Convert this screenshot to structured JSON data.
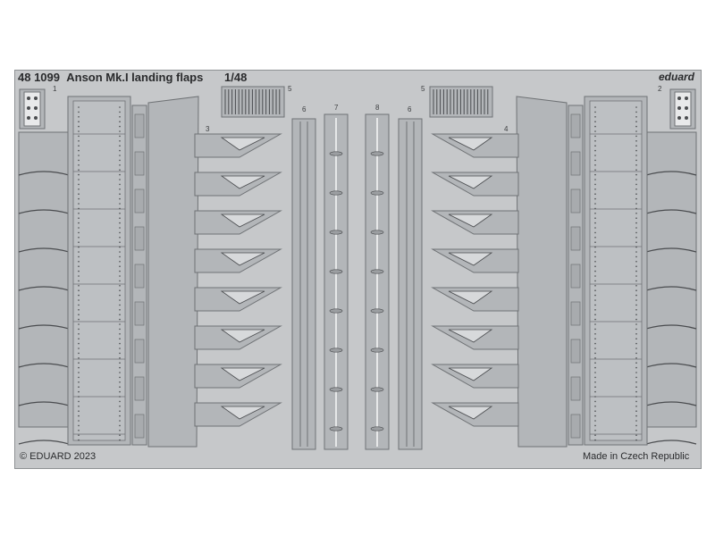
{
  "sheet": {
    "code": "48 1099",
    "title": "Anson Mk.I landing flaps",
    "scale": "1/48",
    "brand": "eduard",
    "copyright": "© EDUARD 2023",
    "origin": "Made in Czech Republic"
  },
  "part_numbers": {
    "p1": "1",
    "p2": "2",
    "p3": "3",
    "p4": "4",
    "p5_left": "5",
    "p5_right": "5",
    "p6_left": "6",
    "p6_right": "6",
    "p7": "7",
    "p8": "8"
  },
  "colors": {
    "fret": "#c6c8ca",
    "part": "#b3b6b9",
    "outline": "#6f7275",
    "detail": "#4a4c4f",
    "text": "#2a2b2d"
  }
}
